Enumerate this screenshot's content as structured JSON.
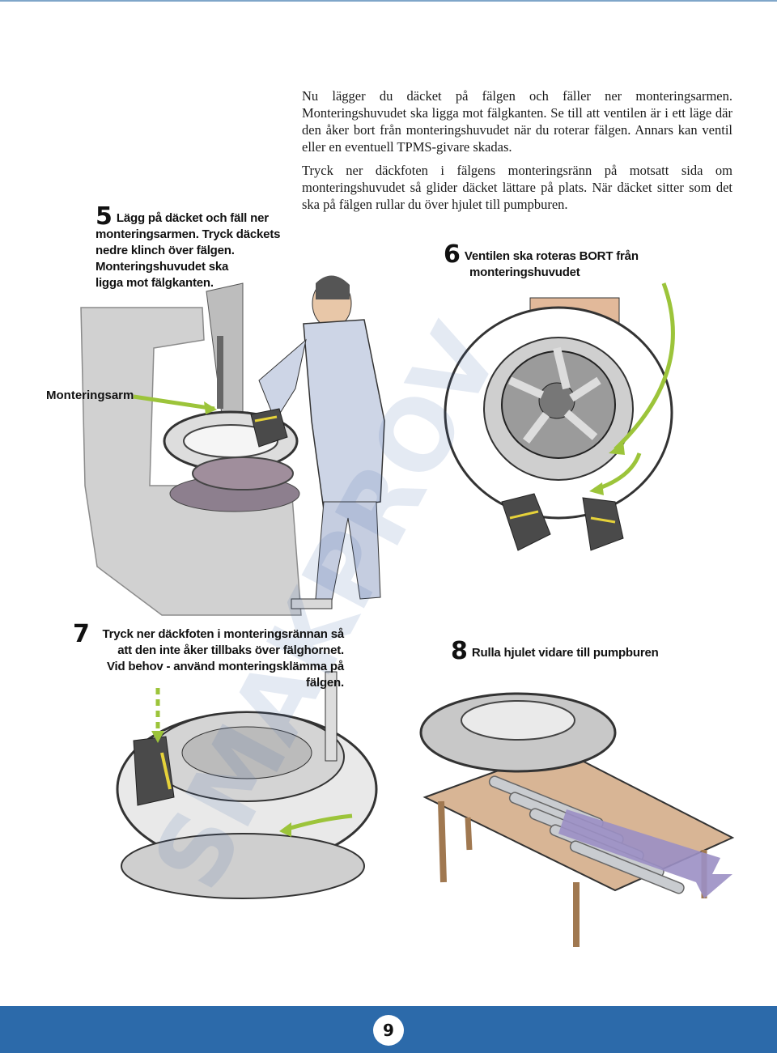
{
  "intro": {
    "p1": "Nu lägger du däcket på fälgen och fäller ner monteringsarmen. Monteringshuvudet ska ligga mot fälgkanten. Se till att ventilen är i ett läge där den åker bort från monteringshuvudet när du roterar fälgen. Annars kan ventil eller en eventuell TPMS-givare skadas.",
    "p2": "Tryck ner däckfoten i fälgens monteringsränn på motsatt sida om monteringshuvudet så glider däcket lättare på plats. När däcket sitter som det ska på fälgen rullar du över hjulet till pumpburen."
  },
  "steps": {
    "s5": {
      "num": "5",
      "line1": "Lägg på däcket och fäll ner",
      "line2": "monteringsarmen. Tryck däckets",
      "line3": "nedre klinch över fälgen.",
      "line4": "Monteringshuvudet ska",
      "line5": "ligga mot fälgkanten."
    },
    "s6": {
      "num": "6",
      "line1": "Ventilen ska roteras BORT från",
      "line2": "monteringshuvudet"
    },
    "s7": {
      "num": "7",
      "line1": "Tryck ner däckfoten i monteringsrännan så",
      "line2": "att den inte åker tillbaks över fälghornet.",
      "line3": "Vid behov - använd monteringsklämma på fälgen."
    },
    "s8": {
      "num": "8",
      "line1": "Rulla hjulet vidare till pumpburen"
    }
  },
  "callouts": {
    "arm": "Monteringsarm"
  },
  "watermark": "SMAKPROV",
  "footer": {
    "page_number": "9"
  },
  "colors": {
    "accent_green": "#9cc43a",
    "footer_blue": "#2c6aaa",
    "roller_arrow": "#9b8fc4",
    "machine_grey": "#9a9a9a",
    "glove_yellow": "#e6d23a"
  }
}
